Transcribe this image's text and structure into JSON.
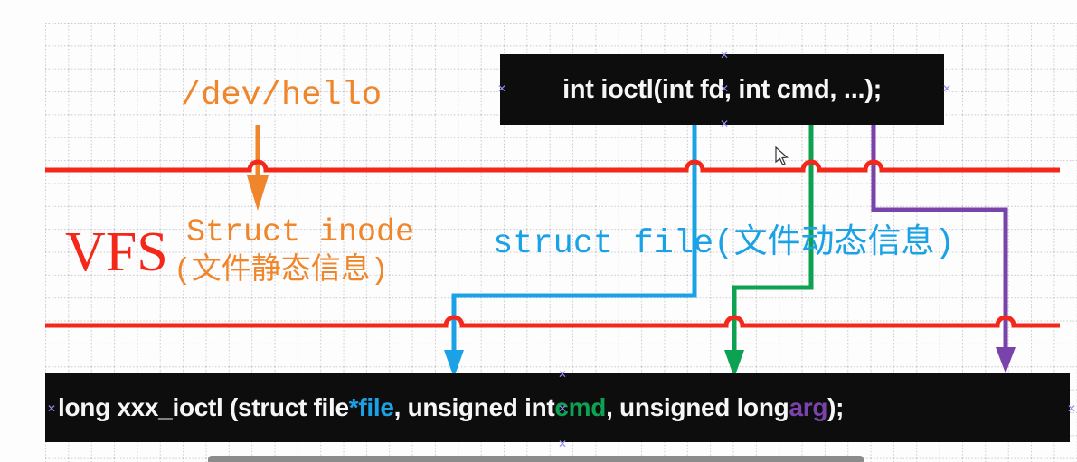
{
  "top_box": {
    "code": "int ioctl(int fd, int cmd, ...);"
  },
  "bottom_box": {
    "seg1": "long xxx_ioctl (struct file ",
    "file": "*file",
    "seg2": ", unsigned int ",
    "cmd": "cmd",
    "seg3": ", unsigned long ",
    "arg": "arg",
    "seg4": ");"
  },
  "labels": {
    "dev_hello": "/dev/hello",
    "vfs": "VFS",
    "struct_inode": "Struct inode",
    "struct_inode_note": "(文件静态信息)",
    "struct_file": "struct file(文件动态信息)"
  },
  "icons": {
    "selection_handle": "✕"
  },
  "colors": {
    "red": "#f3281b",
    "orange": "#f0862c",
    "cyan": "#1ba2e6",
    "green": "#0da152",
    "purple": "#7a43ab",
    "box_bg": "#0d0d0d",
    "text_white": "#f6f6f6",
    "handle": "#8e8ef2",
    "grid": "#c9c9ce",
    "scrollbar": "#8b8b8b"
  }
}
